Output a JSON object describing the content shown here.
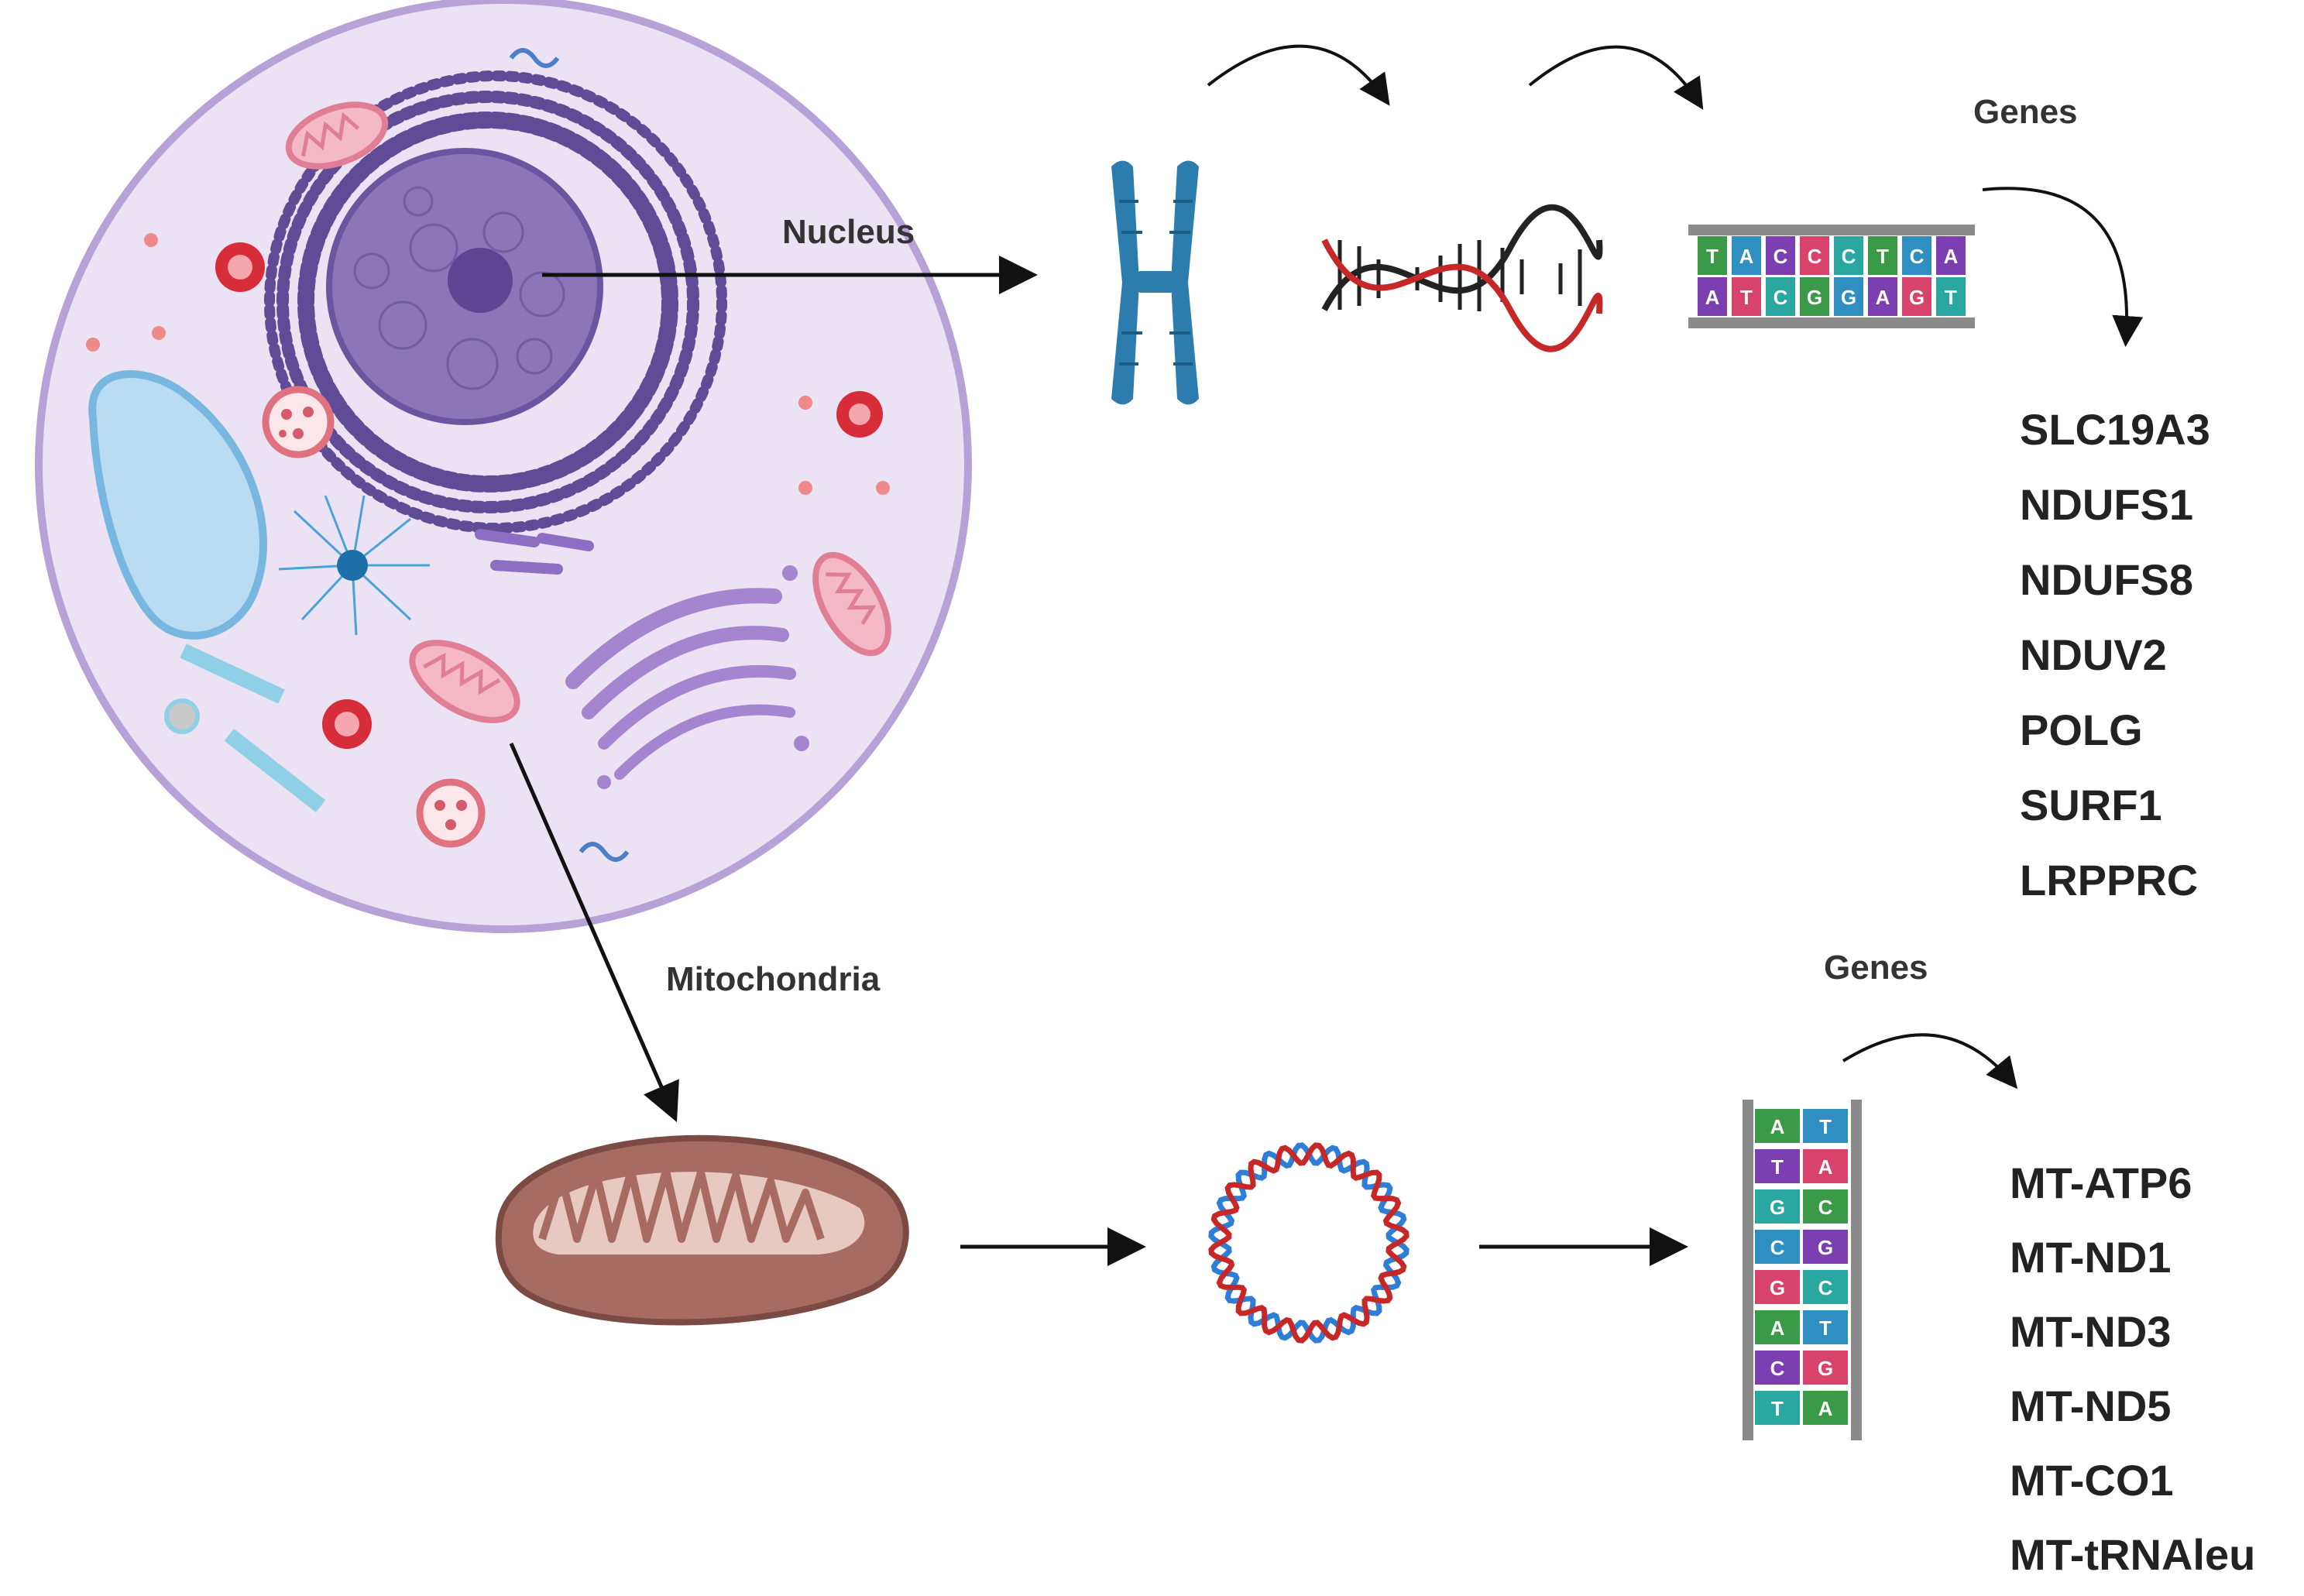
{
  "labels": {
    "nucleus": "Nucleus",
    "mitochondria": "Mitochondria",
    "genes_nuclear": "Genes",
    "genes_mito": "Genes"
  },
  "nuclear_genes": [
    "SLC19A3",
    "NDUFS1",
    "NDUFS8",
    "NDUV2",
    "POLG",
    "SURF1",
    "LRPPRC"
  ],
  "mito_genes": [
    "MT-ATP6",
    "MT-ND1",
    "MT-ND3",
    "MT-ND5",
    "MT-CO1",
    "MT-tRNAleu"
  ],
  "base_letters_top": [
    "T",
    "A",
    "C",
    "C",
    "C",
    "T",
    "C",
    "A"
  ],
  "base_letters_bottom": [
    "A",
    "T",
    "C",
    "G",
    "G",
    "A",
    "G",
    "T"
  ],
  "base_pairs_vertical": [
    [
      "A",
      "T"
    ],
    [
      "T",
      "A"
    ],
    [
      "G",
      "C"
    ],
    [
      "C",
      "G"
    ],
    [
      "G",
      "C"
    ],
    [
      "A",
      "T"
    ],
    [
      "C",
      "G"
    ],
    [
      "T",
      "A"
    ]
  ],
  "colors": {
    "cell_fill": "#ece3f3",
    "cell_border": "#b39ddb",
    "nucleus": "#7e6aa8",
    "chromosome": "#2f7fae",
    "mito_body": "#a9685f",
    "dna_red": "#c62828",
    "dna_blue": "#2e7dd7",
    "base_green": "#3a9a48",
    "base_blue": "#2e8fc0",
    "base_purple": "#7b3fb1",
    "base_red": "#d8436b",
    "base_teal": "#2aa7a0"
  }
}
